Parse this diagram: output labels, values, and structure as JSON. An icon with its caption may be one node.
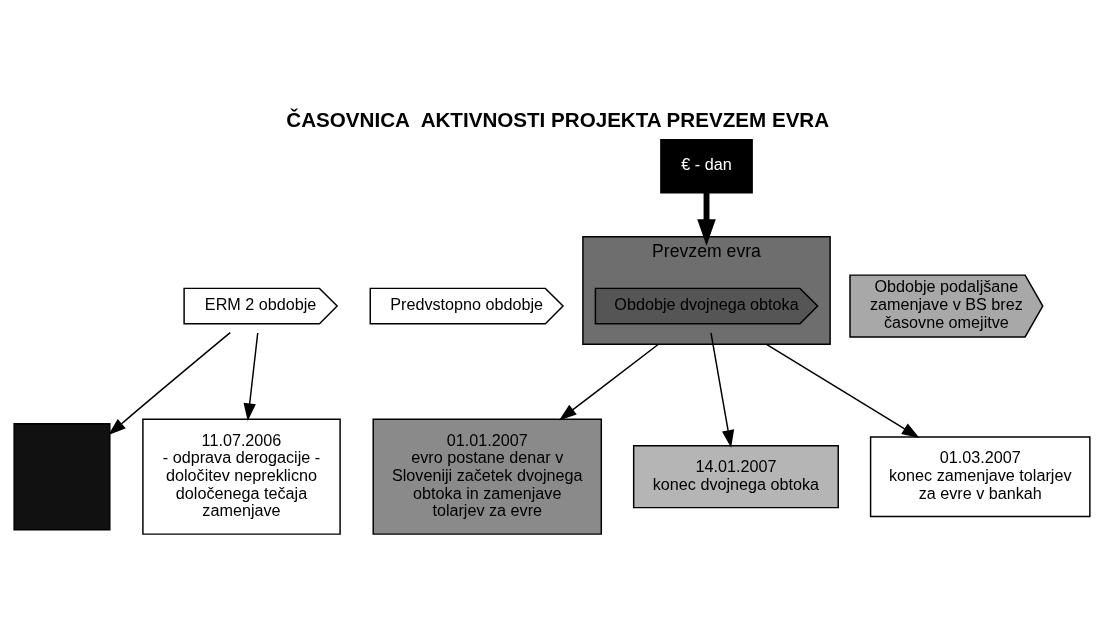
{
  "diagram": {
    "title": "ČASOVNICA  AKTIVNOSTI PROJEKTA PREVZEM EVRA",
    "nodes": [
      {
        "text": [
          "€ - dan"
        ]
      },
      {
        "text": [
          "ERM 2 obdobje"
        ]
      },
      {
        "text": [
          "Predvstopno obdobje"
        ]
      },
      {
        "text": [
          "Prevzem evra"
        ]
      },
      {
        "text": [
          "Obdobje dvojnega obtoka"
        ],
        "in": 3
      },
      {
        "text": [
          "Obdobje podaljšane zamenjave v BS brez časovne omejitve"
        ]
      },
      {
        "text": [],
        "shape": "box"
      },
      {
        "text": [
          "11.07.2006",
          "- odprava derogacije - določitev nepreklicno določenega tečaja zamenjave"
        ]
      },
      {
        "text": [
          "01.01.2007",
          "evro postane denar v Sloveniji začetek dvojnega obtoka in zamenjave tolarjev za evre"
        ]
      },
      {
        "text": [
          "14.01.2007",
          "konec dvojnega obtoka"
        ]
      },
      {
        "text": [
          "01.03.2007",
          "konec zamenjave tolarjev za evre v bankah"
        ]
      }
    ],
    "edges": [
      {
        "from": 0,
        "to": 3,
        "arrow": "to",
        "style": "thick"
      },
      {
        "from": 1,
        "to": 6,
        "arrow": "to"
      },
      {
        "from": 1,
        "to": 7,
        "arrow": "to"
      },
      {
        "from": 3,
        "to": 8,
        "arrow": "to"
      },
      {
        "from": 4,
        "to": 9,
        "arrow": "to"
      },
      {
        "from": 3,
        "to": 10,
        "arrow": "to"
      }
    ]
  }
}
